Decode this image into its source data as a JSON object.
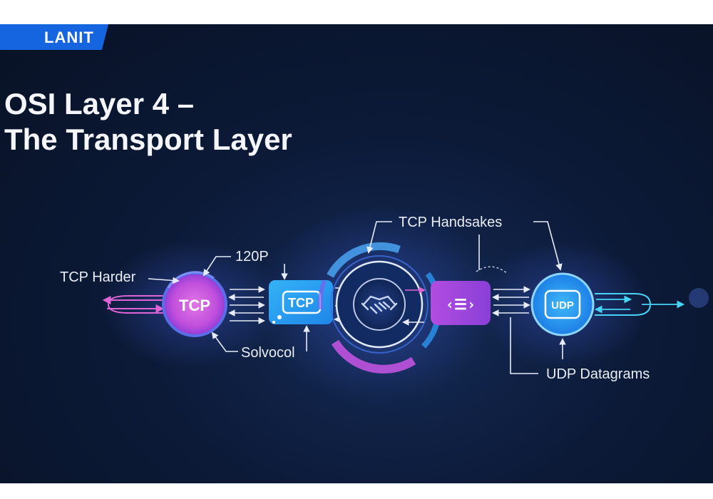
{
  "logo": {
    "text": "LANIT"
  },
  "title": {
    "line1": "OSI Layer 4 –",
    "line2": "The Transport Layer"
  },
  "diagram": {
    "labels": {
      "tcp_header": "TCP Harder",
      "port_120": "120P",
      "tcp_handshakes": "TCP Handsakes",
      "protocol": "Solvocol",
      "udp_datagrams": "UDP Datagrams"
    },
    "nodes": {
      "tcp_circle": "TCP",
      "tcp_segment": "TCP",
      "udp_circle": "UDP"
    }
  },
  "colors": {
    "background": "#0c1a38",
    "logo_blue": "#1565e0",
    "tcp_pink": "#d94ccf",
    "tcp_blue": "#2aa7f5",
    "cyan": "#46d3f5",
    "purple": "#9b5cf5"
  }
}
